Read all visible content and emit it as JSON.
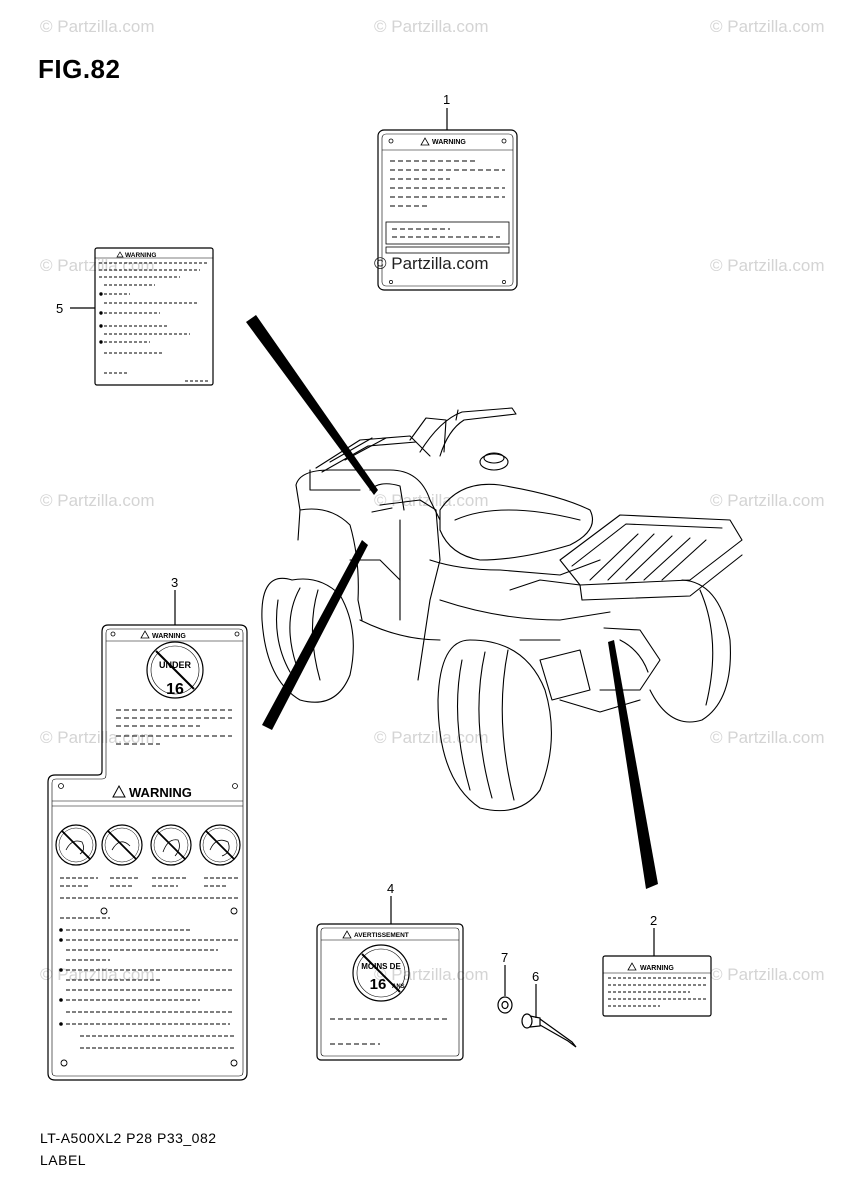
{
  "figure": {
    "title": "FIG.82"
  },
  "watermark": "© Partzilla.com",
  "center_watermark": "© Partzilla.com",
  "callouts": [
    "1",
    "2",
    "3",
    "4",
    "5",
    "6",
    "7"
  ],
  "labels": {
    "warning": "WARNING",
    "warning_small": "WARNING",
    "avertissement": "AVERTISSEMENT",
    "under": "UNDER",
    "age": "16",
    "moins_de": "MOINS DE",
    "ans": "ANS"
  },
  "footer": {
    "model_code": "LT-A500XL2 P28 P33_082",
    "caption": "LABEL"
  }
}
